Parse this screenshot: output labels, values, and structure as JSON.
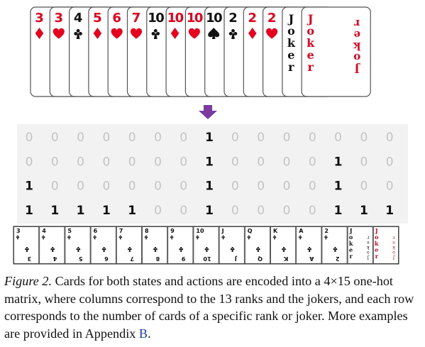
{
  "hand": {
    "cards": [
      {
        "rank": "3",
        "suit": "diamond",
        "color": "red"
      },
      {
        "rank": "3",
        "suit": "heart",
        "color": "red"
      },
      {
        "rank": "4",
        "suit": "club",
        "color": "black"
      },
      {
        "rank": "5",
        "suit": "diamond",
        "color": "red"
      },
      {
        "rank": "6",
        "suit": "heart",
        "color": "red"
      },
      {
        "rank": "7",
        "suit": "heart",
        "color": "red"
      },
      {
        "rank": "10",
        "suit": "club",
        "color": "black"
      },
      {
        "rank": "10",
        "suit": "diamond",
        "color": "red"
      },
      {
        "rank": "10",
        "suit": "heart",
        "color": "red"
      },
      {
        "rank": "10",
        "suit": "spade",
        "color": "black"
      },
      {
        "rank": "2",
        "suit": "club",
        "color": "black"
      },
      {
        "rank": "2",
        "suit": "diamond",
        "color": "red"
      },
      {
        "rank": "2",
        "suit": "heart",
        "color": "red"
      },
      {
        "rank": "Joker",
        "suit": "none",
        "color": "black"
      },
      {
        "rank": "Joker",
        "suit": "none",
        "color": "red"
      }
    ]
  },
  "arrow": {
    "color": "#7a3aa0"
  },
  "matrix": {
    "rows": [
      [
        0,
        0,
        0,
        0,
        0,
        0,
        0,
        1,
        0,
        0,
        0,
        0,
        0,
        0,
        0
      ],
      [
        0,
        0,
        0,
        0,
        0,
        0,
        0,
        1,
        0,
        0,
        0,
        0,
        1,
        0,
        0
      ],
      [
        1,
        0,
        0,
        0,
        0,
        0,
        0,
        1,
        0,
        0,
        0,
        0,
        1,
        0,
        0
      ],
      [
        1,
        1,
        1,
        1,
        1,
        0,
        0,
        1,
        0,
        0,
        0,
        0,
        1,
        1,
        1
      ]
    ],
    "one_color": "#111111",
    "zero_color": "#c4c4c4",
    "background": "#f2f2f2"
  },
  "strip": {
    "cards": [
      {
        "rank": "3",
        "suit": "club"
      },
      {
        "rank": "4",
        "suit": "club"
      },
      {
        "rank": "5",
        "suit": "club"
      },
      {
        "rank": "6",
        "suit": "club"
      },
      {
        "rank": "7",
        "suit": "club"
      },
      {
        "rank": "8",
        "suit": "club"
      },
      {
        "rank": "9",
        "suit": "club"
      },
      {
        "rank": "10",
        "suit": "club"
      },
      {
        "rank": "J",
        "suit": "club"
      },
      {
        "rank": "Q",
        "suit": "club"
      },
      {
        "rank": "K",
        "suit": "club"
      },
      {
        "rank": "A",
        "suit": "club"
      },
      {
        "rank": "2",
        "suit": "club"
      },
      {
        "rank": "Joker",
        "suit": "none",
        "color": "black"
      },
      {
        "rank": "Joker",
        "suit": "none",
        "color": "red"
      }
    ]
  },
  "caption": {
    "label": "Figure 2.",
    "text": "Cards for both states and actions are encoded into a 4×15 one-hot matrix, where columns correspond to the 13 ranks and the jokers, and each row corresponds to the number of cards of a specific rank or joker. More examples are provided in Appendix",
    "appendix_ref": "B",
    "end": "."
  },
  "colors": {
    "red": "#e8001c",
    "black": "#111111",
    "card_border": "#555555"
  }
}
